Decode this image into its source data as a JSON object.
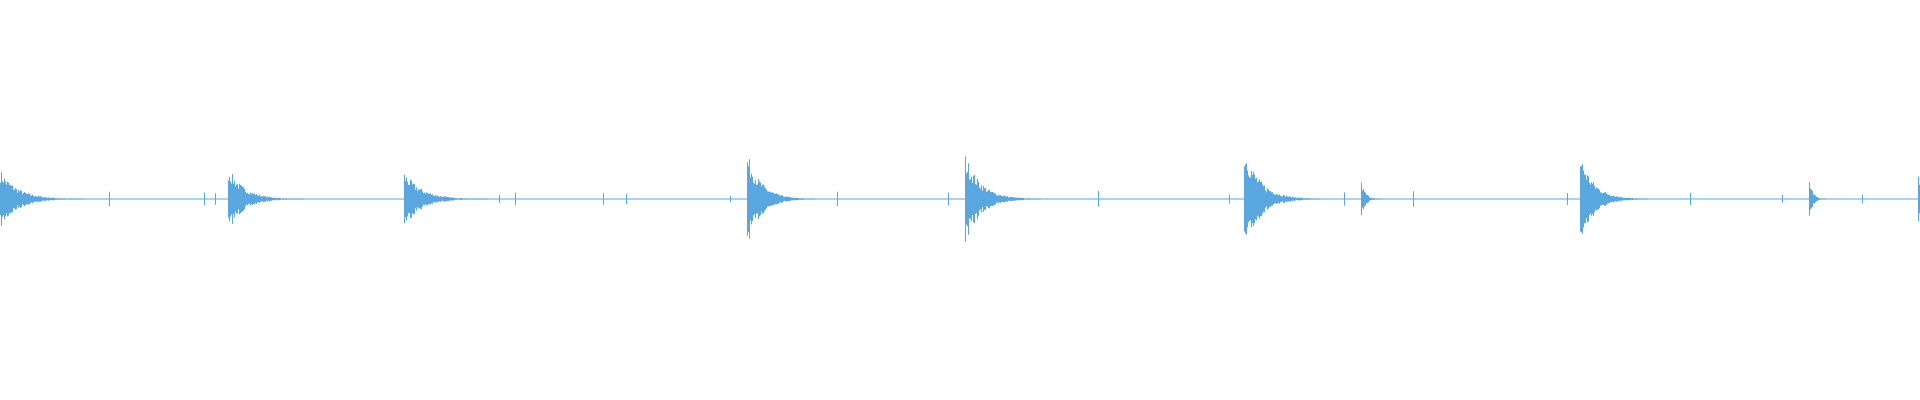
{
  "waveform": {
    "color": "#5aa6df",
    "background": "#ffffff",
    "peaks": [
      {
        "position": 0.0,
        "amplitude": 0.64,
        "decay": 0.02
      },
      {
        "position": 0.1185,
        "amplitude": 0.7,
        "decay": 0.018
      },
      {
        "position": 0.2105,
        "amplitude": 0.6,
        "decay": 0.02
      },
      {
        "position": 0.389,
        "amplitude": 1.0,
        "decay": 0.016
      },
      {
        "position": 0.5025,
        "amplitude": 0.98,
        "decay": 0.018
      },
      {
        "position": 0.648,
        "amplitude": 1.15,
        "decay": 0.018
      },
      {
        "position": 0.709,
        "amplitude": 0.38,
        "decay": 0.005
      },
      {
        "position": 0.823,
        "amplitude": 0.98,
        "decay": 0.016
      },
      {
        "position": 0.942,
        "amplitude": 0.46,
        "decay": 0.004
      },
      {
        "position": 0.999,
        "amplitude": 0.56,
        "decay": 0.002
      }
    ],
    "minor_ticks": [
      0.057,
      0.106,
      0.112,
      0.26,
      0.268,
      0.314,
      0.326,
      0.38,
      0.436,
      0.494,
      0.572,
      0.64,
      0.7,
      0.736,
      0.816,
      0.88,
      0.928,
      0.97
    ]
  }
}
